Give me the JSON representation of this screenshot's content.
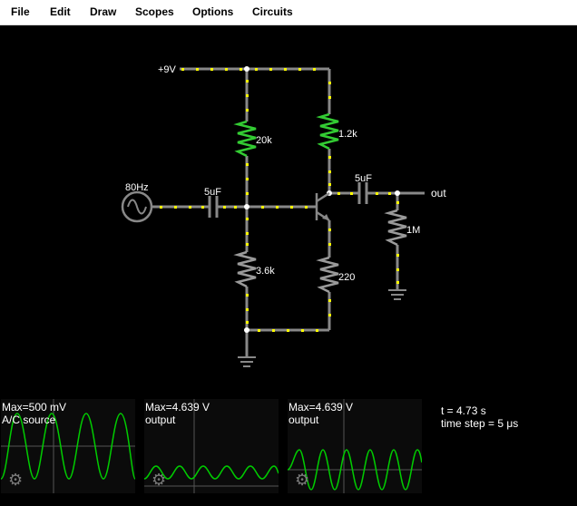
{
  "menu": {
    "items": [
      "File",
      "Edit",
      "Draw",
      "Scopes",
      "Options",
      "Circuits"
    ]
  },
  "circuit": {
    "supply_label": "+9V",
    "source_label": "80Hz",
    "input_cap_label": "5uF",
    "r_top_label": "20k",
    "r_bottom_label": "3.6k",
    "r_collector_label": "1.2k",
    "r_emitter_label": "220",
    "output_cap_label": "5uF",
    "r_load_label": "1M",
    "output_label": "out"
  },
  "scopes": [
    {
      "max_label": "Max=500 mV",
      "name": "A/C source"
    },
    {
      "max_label": "Max=4.639 V",
      "name": "output"
    },
    {
      "max_label": "Max=4.639 V",
      "name": "output"
    }
  ],
  "sim_info": {
    "time": "t = 4.73 s",
    "timestep": "time step = 5 μs"
  },
  "colors": {
    "wire": "#888888",
    "current_dot": "#ffff00",
    "green_component": "#33cc33",
    "scope_trace": "#00cc00"
  }
}
